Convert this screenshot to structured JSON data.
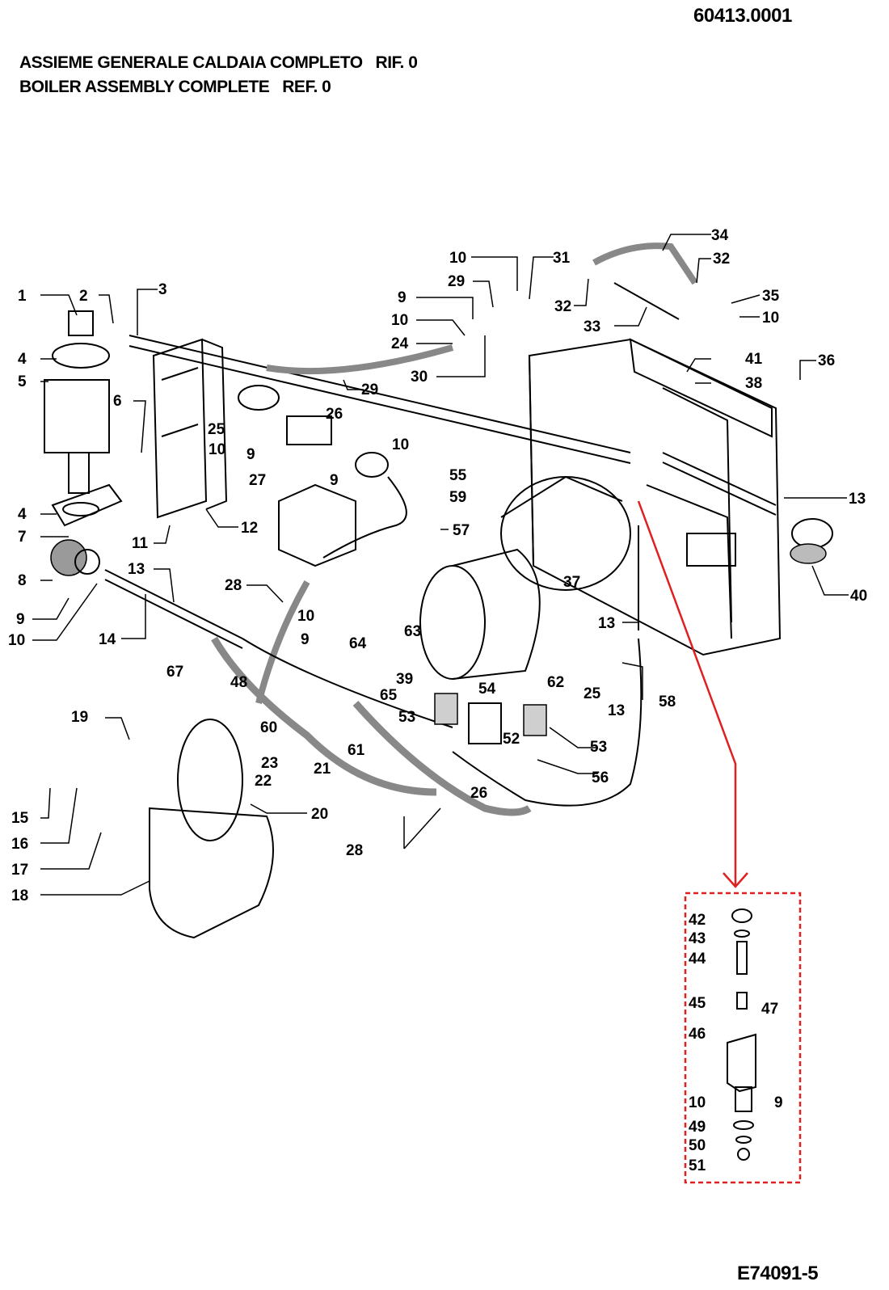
{
  "doc_number": "60413.0001",
  "title_it": "ASSIEME GENERALE CALDAIA COMPLETO   RIF. 0",
  "title_en": "BOILER ASSEMBLY COMPLETE   REF. 0",
  "drawing_code": "E74091-5",
  "callout_color": "#e02020",
  "labels": [
    "1",
    "2",
    "3",
    "4",
    "5",
    "6",
    "4",
    "7",
    "8",
    "9",
    "10",
    "13",
    "14",
    "11",
    "12",
    "25",
    "10",
    "9",
    "26",
    "27",
    "9",
    "10",
    "28",
    "10",
    "9",
    "64",
    "63",
    "39",
    "65",
    "67",
    "48",
    "60",
    "23",
    "22",
    "21",
    "20",
    "19",
    "15",
    "16",
    "17",
    "18",
    "61",
    "28",
    "26",
    "53",
    "54",
    "52",
    "56",
    "53",
    "62",
    "25",
    "13",
    "58",
    "29",
    "30",
    "24",
    "10",
    "9",
    "29",
    "10",
    "31",
    "32",
    "33",
    "34",
    "32",
    "35",
    "10",
    "41",
    "38",
    "36",
    "55",
    "59",
    "57",
    "37",
    "13",
    "13",
    "40",
    "42",
    "43",
    "44",
    "45",
    "47",
    "46",
    "10",
    "9",
    "49",
    "50",
    "51"
  ]
}
